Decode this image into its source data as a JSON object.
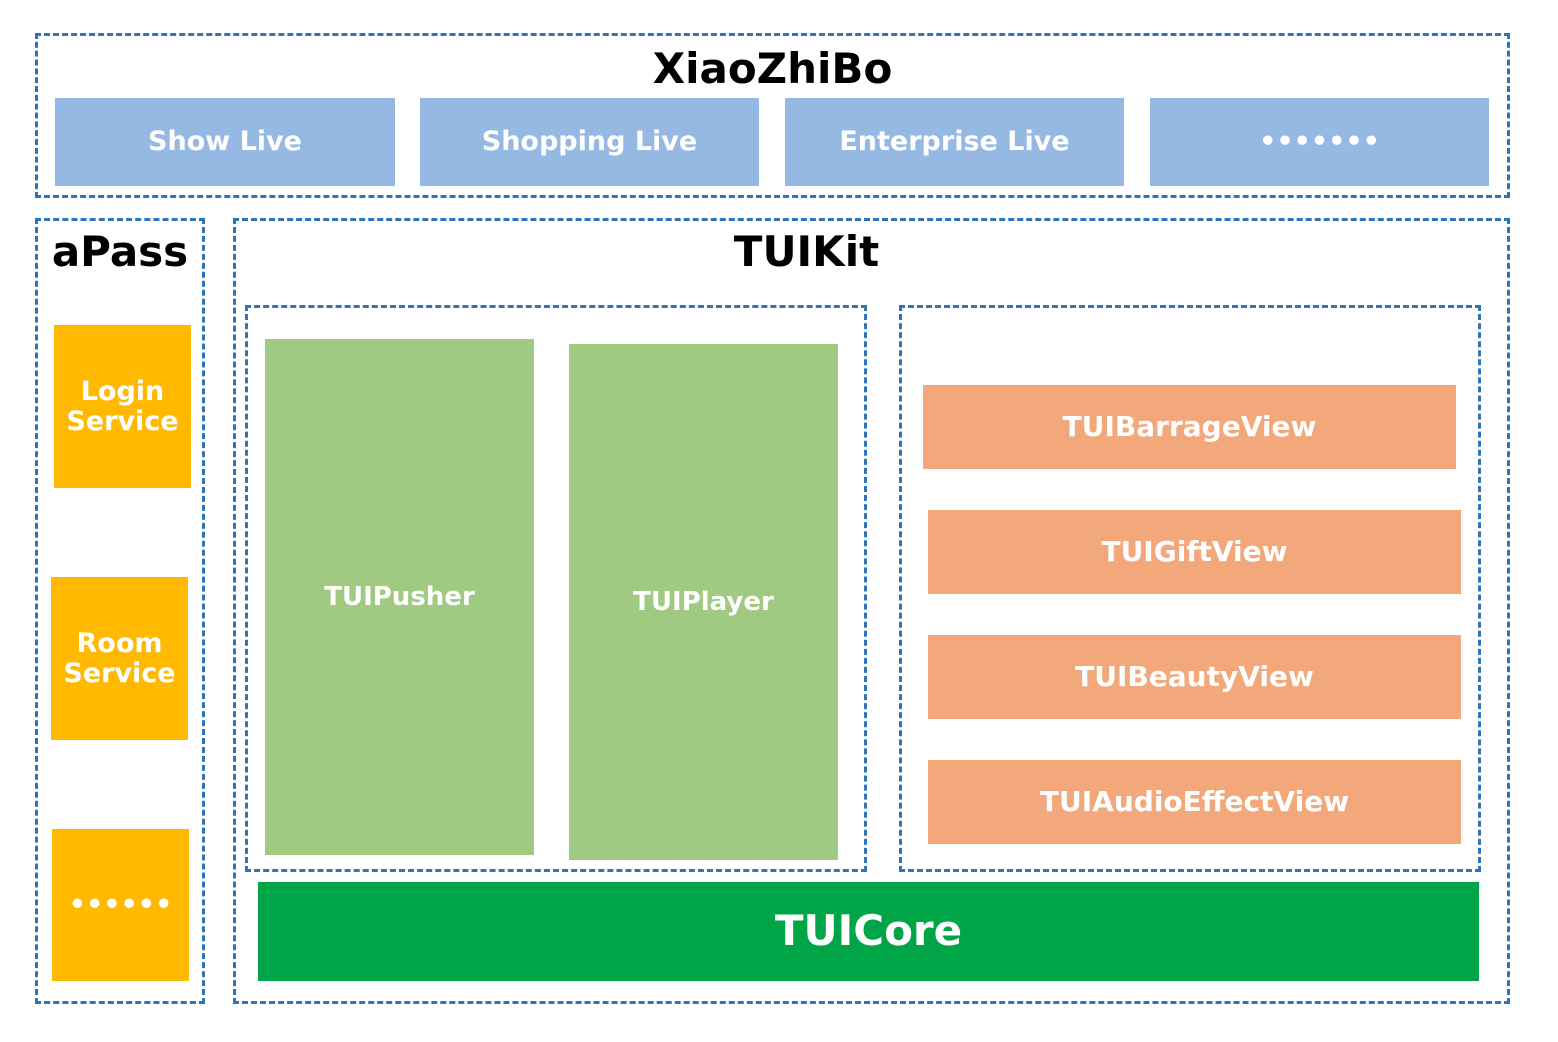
{
  "colors": {
    "border": "#2E75B6",
    "scenario_block": "#95B9E3",
    "service_block": "#FFB900",
    "player_block": "#A0CA82",
    "view_block": "#F2A87A",
    "core_block": "#00A547",
    "block_text": "#FFFFFF"
  },
  "app": {
    "title": "XiaoZhiBo",
    "scenarios": [
      "Show Live",
      "Shopping Live",
      "Enterprise Live",
      "•••••••"
    ]
  },
  "apass": {
    "title": "aPass",
    "services": [
      {
        "line1": "Login",
        "line2": "Service"
      },
      {
        "line1": "Room",
        "line2": "Service"
      },
      {
        "line1": "••••••",
        "line2": ""
      }
    ]
  },
  "tuikit": {
    "title": "TUIKit",
    "media": [
      "TUIPusher",
      "TUIPlayer"
    ],
    "views": [
      "TUIBarrageView",
      "TUIGiftView",
      "TUIBeautyView",
      "TUIAudioEffectView"
    ],
    "core": "TUICore"
  }
}
